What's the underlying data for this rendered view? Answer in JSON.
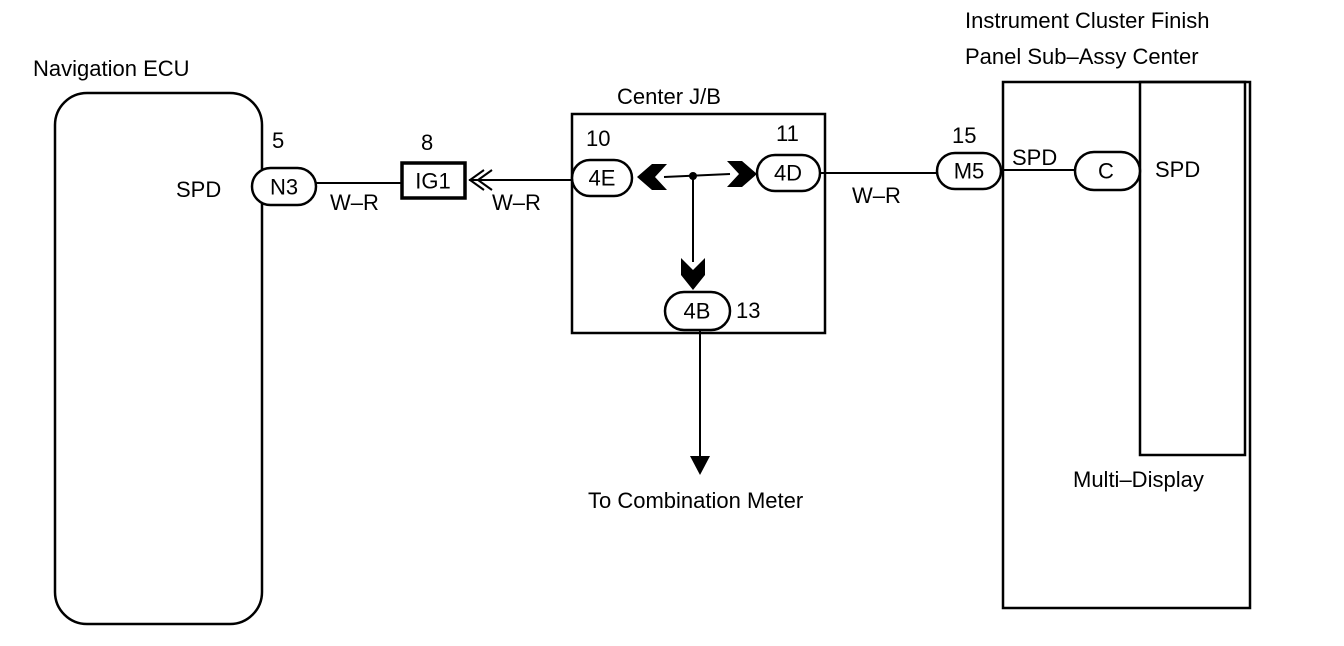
{
  "diagram": {
    "navigation_ecu": {
      "title": "Navigation ECU",
      "terminal": "SPD"
    },
    "center_jb": {
      "title": "Center J/B"
    },
    "instrument_cluster": {
      "title_line1": "Instrument Cluster Finish",
      "title_line2": "Panel Sub–Assy Center",
      "terminal_left": "SPD",
      "terminal_right": "SPD",
      "sub_label": "Multi–Display"
    },
    "connectors": {
      "conn_n3": {
        "code": "N3",
        "pin": "5"
      },
      "conn_ig1": {
        "code": "IG1",
        "pin": "8"
      },
      "conn_4e": {
        "code": "4E",
        "pin": "10"
      },
      "conn_4d": {
        "code": "4D",
        "pin": "11"
      },
      "conn_4b": {
        "code": "4B",
        "pin": "13"
      },
      "conn_m5": {
        "code": "M5",
        "pin": "15"
      },
      "conn_c": {
        "code": "C"
      }
    },
    "wires": {
      "n3_to_ig1": "W–R",
      "ig1_to_4e": "W–R",
      "4d_to_m5": "W–R"
    },
    "destination": "To Combination Meter"
  }
}
